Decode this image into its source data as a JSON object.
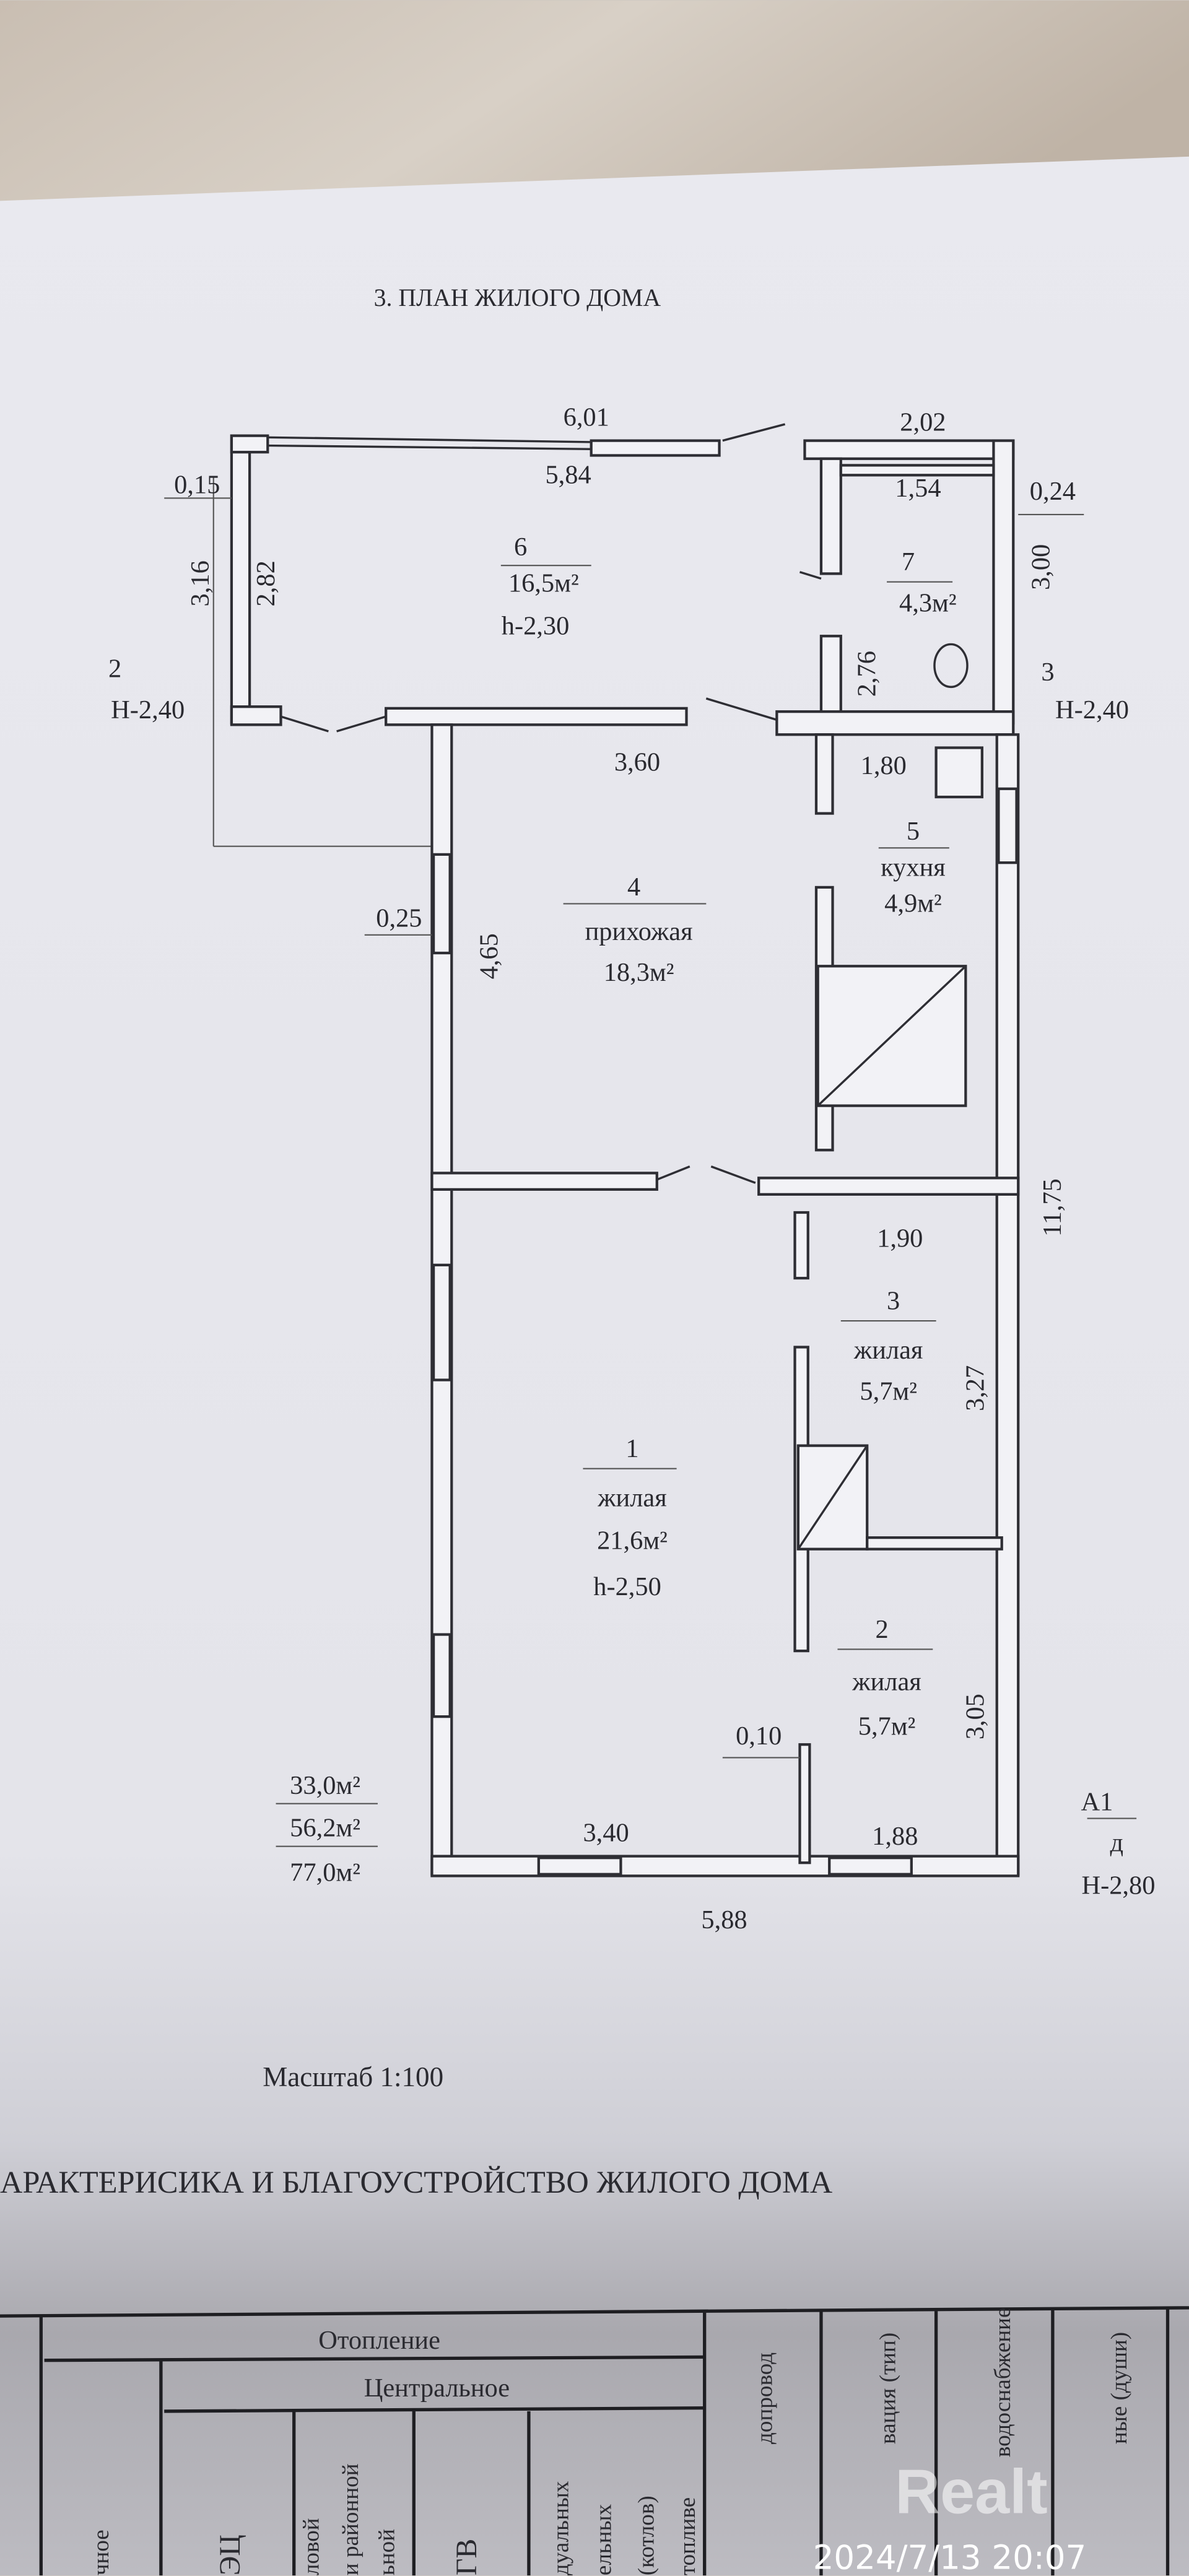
{
  "plan": {
    "title": "3. ПЛАН ЖИЛОГО ДОМА",
    "dims": {
      "d601": "6,01",
      "d584": "5,84",
      "d202": "2,02",
      "d154": "1,54",
      "d024": "0,24",
      "d015": "0,15",
      "d316": "3,16",
      "d282": "2,82",
      "d300": "3,00",
      "d276": "2,76",
      "d360": "3,60",
      "d180": "1,80",
      "d025": "0,25",
      "d465": "4,65",
      "d1175": "11,75",
      "d190": "1,90",
      "d327": "3,27",
      "d305": "3,05",
      "d010": "0,10",
      "d340": "3,40",
      "d188": "1,88",
      "d588": "5,88"
    },
    "rooms": [
      {
        "num": "1",
        "name": "жилая",
        "area": "21,6м²",
        "height": "h-2,50"
      },
      {
        "num": "2",
        "name": "жилая",
        "area": "5,7м²"
      },
      {
        "num": "3",
        "name": "жилая",
        "area": "5,7м²"
      },
      {
        "num": "4",
        "name": "прихожая",
        "area": "18,3м²"
      },
      {
        "num": "5",
        "name": "кухня",
        "area": "4,9м²"
      },
      {
        "num": "6",
        "area": "16,5м²",
        "height": "h-2,30"
      },
      {
        "num": "7",
        "area": "4,3м²"
      }
    ],
    "markers": {
      "m2_num": "2",
      "m2_h": "H-2,40",
      "m3_num": "3",
      "m3_h": "H-2,40",
      "a1": "A1",
      "a1_sub": "д",
      "a1_h": "H-2,80"
    },
    "totals": [
      "33,0м²",
      "56,2м²",
      "77,0м²"
    ],
    "scale": "Масштаб 1:100"
  },
  "section2": {
    "title": "АРАКТЕРИСИКА И БЛАГОУСТРОЙСТВО ЖИЛОГО ДОМА",
    "table": {
      "heating": "Отопление",
      "central": "Центральное",
      "columns": [
        "чное",
        "ЭЦ",
        "ловой",
        "и районной",
        "ьной",
        "ГВ",
        "дуальных",
        "ельных",
        "(котлов)",
        "топливе",
        "допровод",
        "вация (тип)",
        "водоснабжение",
        "ные (души)"
      ]
    }
  },
  "overlay": {
    "watermark": "Realt",
    "timestamp": "2024/7/13 20:07"
  }
}
